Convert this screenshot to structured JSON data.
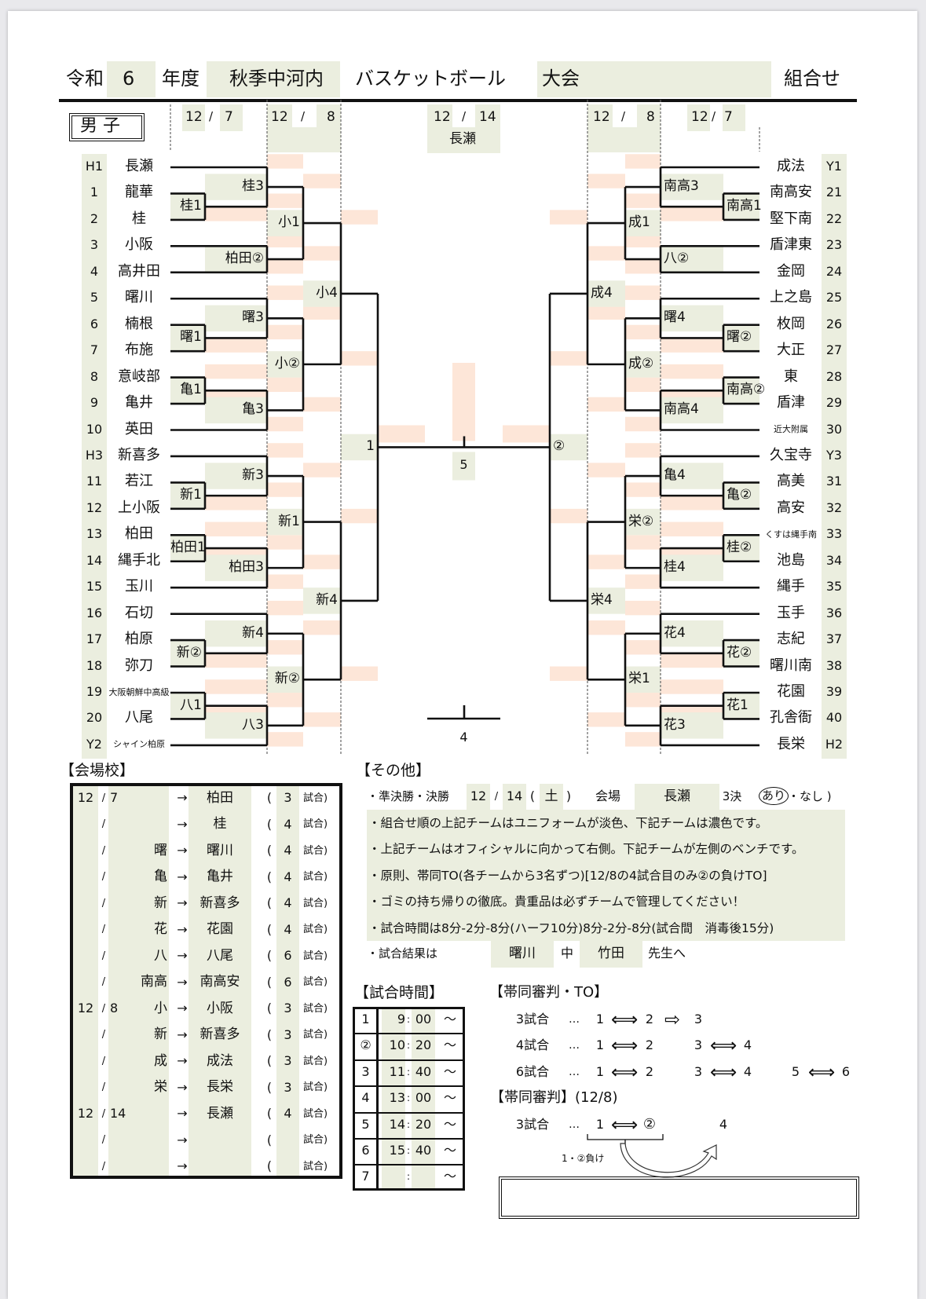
{
  "header": {
    "era": "令和",
    "year": "6",
    "year_suffix": "年度",
    "region": "秋季中河内",
    "sport": "バスケットボール",
    "event": "大会",
    "doc_type": "組合せ",
    "division": "男 子"
  },
  "dates": {
    "left_r1": {
      "month": "12",
      "sep": "/",
      "day": "7"
    },
    "left_r2": {
      "month": "12",
      "sep": "/",
      "day": "8"
    },
    "final": {
      "month": "12",
      "sep": "/",
      "day": "14",
      "venue": "長瀬"
    },
    "right_r2": {
      "month": "12",
      "sep": "/",
      "day": "8"
    },
    "right_r1": {
      "month": "12",
      "sep": "/",
      "day": "7"
    }
  },
  "bracket": {
    "left": {
      "teams": [
        {
          "seed": "H1",
          "name": "長瀬"
        },
        {
          "seed": "1",
          "name": "龍華"
        },
        {
          "seed": "2",
          "name": "桂"
        },
        {
          "seed": "3",
          "name": "小阪"
        },
        {
          "seed": "4",
          "name": "高井田"
        },
        {
          "seed": "5",
          "name": "曙川"
        },
        {
          "seed": "6",
          "name": "楠根"
        },
        {
          "seed": "7",
          "name": "布施"
        },
        {
          "seed": "8",
          "name": "意岐部"
        },
        {
          "seed": "9",
          "name": "亀井"
        },
        {
          "seed": "10",
          "name": "英田"
        },
        {
          "seed": "H3",
          "name": "新喜多"
        },
        {
          "seed": "11",
          "name": "若江"
        },
        {
          "seed": "12",
          "name": "上小阪"
        },
        {
          "seed": "13",
          "name": "柏田"
        },
        {
          "seed": "14",
          "name": "縄手北"
        },
        {
          "seed": "15",
          "name": "玉川"
        },
        {
          "seed": "16",
          "name": "石切"
        },
        {
          "seed": "17",
          "name": "柏原"
        },
        {
          "seed": "18",
          "name": "弥刀"
        },
        {
          "seed": "19",
          "name": "大阪朝鮮中高級",
          "small": true
        },
        {
          "seed": "20",
          "name": "八尾"
        },
        {
          "seed": "Y2",
          "name": "シャイン柏原",
          "small": true
        }
      ],
      "tree": {
        "label": "1",
        "round": 5,
        "a": {
          "label": "小4",
          "round": 4,
          "a": {
            "label": "小1",
            "round": 3,
            "a": {
              "label": "桂3",
              "round": 2,
              "a": 0,
              "b": {
                "label": "桂1",
                "round": 1,
                "a": 1,
                "b": 2
              }
            },
            "b": {
              "label": "柏田②",
              "round": 2,
              "a": 3,
              "b": 4
            }
          },
          "b": {
            "label": "小②",
            "round": 3,
            "a": {
              "label": "曙3",
              "round": 2,
              "a": 5,
              "b": {
                "label": "曙1",
                "round": 1,
                "a": 6,
                "b": 7
              }
            },
            "b": {
              "label": "亀3",
              "round": 2,
              "a": {
                "label": "亀1",
                "round": 1,
                "a": 8,
                "b": 9
              },
              "b": 10
            }
          }
        },
        "b": {
          "label": "新4",
          "round": 4,
          "a": {
            "label": "新1",
            "round": 3,
            "a": {
              "label": "新3",
              "round": 2,
              "a": 11,
              "b": {
                "label": "新1",
                "round": 1,
                "a": 12,
                "b": 13
              }
            },
            "b": {
              "label": "柏田3",
              "round": 2,
              "a": {
                "label": "柏田1",
                "round": 1,
                "a": 14,
                "b": 15
              },
              "b": 16
            }
          },
          "b": {
            "label": "新②",
            "round": 3,
            "a": {
              "label": "新4",
              "round": 2,
              "a": 17,
              "b": {
                "label": "新②",
                "round": 1,
                "a": 18,
                "b": 19
              }
            },
            "b": {
              "label": "八3",
              "round": 2,
              "a": {
                "label": "八1",
                "round": 1,
                "a": 20,
                "b": 21
              },
              "b": 22
            }
          }
        }
      }
    },
    "right": {
      "teams": [
        {
          "seed": "Y1",
          "name": "成法"
        },
        {
          "seed": "21",
          "name": "南高安"
        },
        {
          "seed": "22",
          "name": "堅下南"
        },
        {
          "seed": "23",
          "name": "盾津東"
        },
        {
          "seed": "24",
          "name": "金岡"
        },
        {
          "seed": "25",
          "name": "上之島"
        },
        {
          "seed": "26",
          "name": "枚岡"
        },
        {
          "seed": "27",
          "name": "大正"
        },
        {
          "seed": "28",
          "name": "東"
        },
        {
          "seed": "29",
          "name": "盾津"
        },
        {
          "seed": "30",
          "name": "近大附属",
          "small": true
        },
        {
          "seed": "Y3",
          "name": "久宝寺"
        },
        {
          "seed": "31",
          "name": "高美"
        },
        {
          "seed": "32",
          "name": "高安"
        },
        {
          "seed": "33",
          "name": "くすは縄手南",
          "small": true
        },
        {
          "seed": "34",
          "name": "池島"
        },
        {
          "seed": "35",
          "name": "縄手"
        },
        {
          "seed": "36",
          "name": "玉手"
        },
        {
          "seed": "37",
          "name": "志紀"
        },
        {
          "seed": "38",
          "name": "曙川南"
        },
        {
          "seed": "39",
          "name": "花園"
        },
        {
          "seed": "40",
          "name": "孔舎衙"
        },
        {
          "seed": "H2",
          "name": "長栄"
        }
      ],
      "tree": {
        "label": "②",
        "round": 5,
        "a": {
          "label": "成4",
          "round": 4,
          "a": {
            "label": "成1",
            "round": 3,
            "a": {
              "label": "南高3",
              "round": 2,
              "a": 0,
              "b": {
                "label": "南高1",
                "round": 1,
                "a": 1,
                "b": 2
              }
            },
            "b": {
              "label": "八②",
              "round": 2,
              "a": 3,
              "b": 4
            }
          },
          "b": {
            "label": "成②",
            "round": 3,
            "a": {
              "label": "曙4",
              "round": 2,
              "a": 5,
              "b": {
                "label": "曙②",
                "round": 1,
                "a": 6,
                "b": 7
              }
            },
            "b": {
              "label": "南高4",
              "round": 2,
              "a": {
                "label": "南高②",
                "round": 1,
                "a": 8,
                "b": 9
              },
              "b": 10
            }
          }
        },
        "b": {
          "label": "栄4",
          "round": 4,
          "a": {
            "label": "栄②",
            "round": 3,
            "a": {
              "label": "亀4",
              "round": 2,
              "a": 11,
              "b": {
                "label": "亀②",
                "round": 1,
                "a": 12,
                "b": 13
              }
            },
            "b": {
              "label": "桂4",
              "round": 2,
              "a": {
                "label": "桂②",
                "round": 1,
                "a": 14,
                "b": 15
              },
              "b": 16
            }
          },
          "b": {
            "label": "栄1",
            "round": 3,
            "a": {
              "label": "花4",
              "round": 2,
              "a": 17,
              "b": {
                "label": "花②",
                "round": 1,
                "a": 18,
                "b": 19
              }
            },
            "b": {
              "label": "花3",
              "round": 2,
              "a": {
                "label": "花1",
                "round": 1,
                "a": 20,
                "b": 21
              },
              "b": 22
            }
          }
        }
      }
    },
    "final_label": "5",
    "third_place_label": "4"
  },
  "venues": {
    "title": "【会場校】",
    "rows": [
      {
        "month": "12",
        "day": "7",
        "abbr": "",
        "venue": "柏田",
        "games": "3"
      },
      {
        "month": "",
        "day": "",
        "abbr": "",
        "venue": "桂",
        "games": "4"
      },
      {
        "month": "",
        "day": "",
        "abbr": "曙",
        "venue": "曙川",
        "games": "4"
      },
      {
        "month": "",
        "day": "",
        "abbr": "亀",
        "venue": "亀井",
        "games": "4"
      },
      {
        "month": "",
        "day": "",
        "abbr": "新",
        "venue": "新喜多",
        "games": "4"
      },
      {
        "month": "",
        "day": "",
        "abbr": "花",
        "venue": "花園",
        "games": "4"
      },
      {
        "month": "",
        "day": "",
        "abbr": "八",
        "venue": "八尾",
        "games": "6"
      },
      {
        "month": "",
        "day": "",
        "abbr": "南高",
        "venue": "南高安",
        "games": "6"
      },
      {
        "month": "12",
        "day": "8",
        "abbr": "小",
        "venue": "小阪",
        "games": "3"
      },
      {
        "month": "",
        "day": "",
        "abbr": "新",
        "venue": "新喜多",
        "games": "3"
      },
      {
        "month": "",
        "day": "",
        "abbr": "成",
        "venue": "成法",
        "games": "3"
      },
      {
        "month": "",
        "day": "",
        "abbr": "栄",
        "venue": "長栄",
        "games": "3"
      },
      {
        "month": "12",
        "day": "14",
        "abbr": "",
        "venue": "長瀬",
        "games": "4"
      },
      {
        "month": "",
        "day": "",
        "abbr": "",
        "venue": "",
        "games": ""
      },
      {
        "month": "",
        "day": "",
        "abbr": "",
        "venue": "",
        "games": ""
      }
    ],
    "slash": "/",
    "arrow": "→",
    "open_paren": "(",
    "games_suffix": "試合)"
  },
  "notes": {
    "title": "【その他】",
    "semis": {
      "prefix": "・準決勝・決勝",
      "month": "12",
      "sep": "/",
      "day": "14",
      "open": "(",
      "weekday": "土",
      "close": ")",
      "venue_label": "会場",
      "venue": "長瀬",
      "third_label": "3決",
      "yes": "あり",
      "rest": "・なし )"
    },
    "lines": [
      "・組合せ順の上記チームはユニフォームが淡色、下記チームは濃色です。",
      "・上記チームはオフィシャルに向かって右側。下記チームが左側のベンチです。",
      "・原則、帯同TO(各チームから3名ずつ)[12/8の4試合目のみ②の負けTO]",
      "・ゴミの持ち帰りの徹底。貴重品は必ずチームで管理してください！",
      "・試合時間は8分-2分-8分(ハーフ10分)8分-2分-8分(試合間　消毒後15分)"
    ],
    "results": {
      "prefix": "・試合結果は",
      "school": "曙川",
      "mid": "中",
      "teacher": "竹田",
      "suffix": "先生へ"
    }
  },
  "times": {
    "title": "【試合時間】",
    "rows": [
      {
        "no": "1",
        "h": "9",
        "m": "00"
      },
      {
        "no": "②",
        "h": "10",
        "m": "20"
      },
      {
        "no": "3",
        "h": "11",
        "m": "40"
      },
      {
        "no": "4",
        "h": "13",
        "m": "00"
      },
      {
        "no": "5",
        "h": "14",
        "m": "20"
      },
      {
        "no": "6",
        "h": "15",
        "m": "40"
      },
      {
        "no": "7",
        "h": "",
        "m": ""
      }
    ],
    "colon": ":",
    "tilde": "～"
  },
  "referees": {
    "title": "【帯同審判・TO】",
    "rows": [
      {
        "label": "3試合",
        "dots": "…",
        "items": [
          "1",
          "⟺",
          "2",
          "⇨",
          "3"
        ]
      },
      {
        "label": "4試合",
        "dots": "…",
        "items": [
          "1",
          "⟺",
          "2",
          "",
          "3",
          "⟺",
          "4"
        ]
      },
      {
        "label": "6試合",
        "dots": "…",
        "items": [
          "1",
          "⟺",
          "2",
          "",
          "3",
          "⟺",
          "4",
          "",
          "5",
          "⟺",
          "6"
        ]
      }
    ],
    "title2": "【帯同審判】(12/8)",
    "special": {
      "label": "3試合",
      "dots": "…",
      "a": "1",
      "arrow": "⟺",
      "b": "②",
      "target": "4",
      "note": "1・②負け"
    }
  }
}
